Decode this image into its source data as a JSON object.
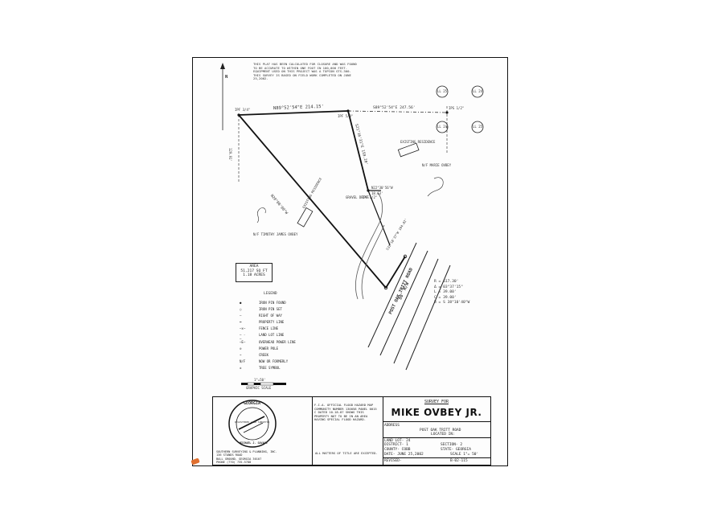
{
  "sheet": {
    "survey_note": "THIS PLAT HAS BEEN CALCULATED FOR CLOSURE AND WAS FOUND TO BE ACCURATE TO WITHIN ONE FOOT IN 100,000 FEET. EQUIPMENT USED ON THIS PROJECT WAS A TOPCON GTS-300. THIS SURVEY IS BASED ON FIELD WORK COMPLETED ON JUNE 25,2002.",
    "north_label": "N",
    "bearings": {
      "north_line_w": "N89°52'54\"E  214.15'",
      "north_line_e": "S89°52'54\"E   247.56'",
      "west_diagonal": "N20°08'00\"W",
      "inner_line": "S21°16'31\"E  159.20'",
      "jog": "N22°30'56\"W",
      "jog_len": "18.63'",
      "road_frontage": "S31°18'37\"W  104.82'",
      "west_len": "129.91'"
    },
    "land_lots": [
      "LL 25",
      "LL 24",
      "LL 24",
      "LL 25"
    ],
    "pin_labels": [
      "IPF 3/4\"",
      "IPF 5/8\"",
      "IPS 1/2\"",
      "IPF 1/2\""
    ],
    "labels": {
      "existing_residence_e": "EXISTING RESIDENCE",
      "existing_residence_w": "EXISTING RESIDENCE",
      "nf_marie": "N/F MARIE OVBEY",
      "nf_timothy": "N/F TIMOTHY JAMES OVBEY",
      "gravel_drive": "GRAVEL DRIVE",
      "road_name": "POST OAK TRITT ROAD",
      "road_rw": "50' R/W"
    },
    "area": {
      "title": "AREA",
      "sqft": "51,217 SQ FT",
      "acres": "1.18 ACRES"
    },
    "curve": [
      "R = 617.30'",
      "Δ = 03°37'15\"",
      "L = 39.00'",
      "C = 39.00'",
      "B = S 38°10'40\"W"
    ],
    "legend_title": "LEGEND",
    "legend": [
      {
        "symbol": "●",
        "label": "IRON PIN FOUND"
      },
      {
        "symbol": "○",
        "label": "IRON PIN SET"
      },
      {
        "symbol": "—",
        "label": "RIGHT OF WAY"
      },
      {
        "symbol": "━",
        "label": "PROPERTY LINE"
      },
      {
        "symbol": "–x–",
        "label": "FENCE LINE"
      },
      {
        "symbol": "– · –",
        "label": "LAND LOT LINE"
      },
      {
        "symbol": "–E–",
        "label": "OVERHEAD POWER LINE"
      },
      {
        "symbol": "⊙",
        "label": "POWER POLE"
      },
      {
        "symbol": "~",
        "label": "CREEK"
      },
      {
        "symbol": "N/F",
        "label": "NOW OR FORMERLY"
      },
      {
        "symbol": "✲",
        "label": "TREE SYMBOL"
      }
    ],
    "scale_text": "1\"=50'",
    "scale_label": "GRAPHIC SCALE"
  },
  "title_block": {
    "seal_top": "GEORGIA",
    "seal_mid": "REGISTERED LAND SURVEYOR",
    "seal_bottom": "MICHAEL J. SAVAGE",
    "company_lines": [
      "SOUTHERN SURVEYING & PLANNING, INC.",
      "136 STANDS ROAD",
      "BALL GROUND, GEORGIA 30107",
      "PHONE (770) 735-5788"
    ],
    "fia_note": "F.I.A. OFFICIAL FLOOD HAZARD MAP COMMUNITY NUMBER 130058 PANEL 0015 C DATED 10-18-87 SHOWS THIS PROPERTY NOT TO BE IN AN AREA HAVING SPECIAL FLOOD HAZARD.",
    "title_note": "ALL MATTERS OF TITLE ARE EXCEPTED.",
    "survey_for": "SURVEY FOR",
    "client_name": "MIKE OVBEY JR.",
    "address_label": "ADDRESS",
    "address": "POST OAK TRITT ROAD",
    "located_in": "LOCATED IN:",
    "land_lot": "LAND LOT- 24",
    "district": "DISTRICT- 1",
    "section": "SECTION- 2",
    "county": "COUNTY- COBB",
    "state": "STATE- GEORGIA",
    "date": "DATE- JUNE 25,2002",
    "scale": "SCALE 1\"= 50'",
    "revised": "REVISED-",
    "job_no": "B-02-115"
  },
  "colors": {
    "ink": "#222222",
    "paper": "#fdfdfd",
    "tab": "#e07030"
  }
}
